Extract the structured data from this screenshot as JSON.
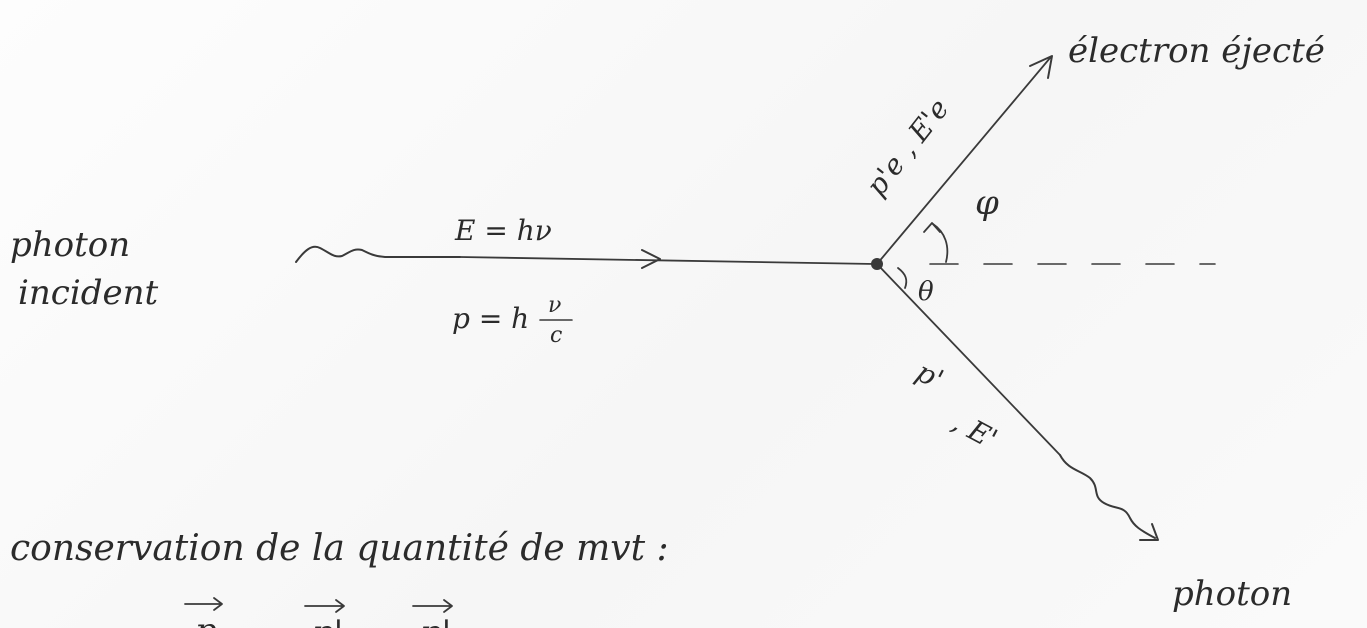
{
  "labels": {
    "incident_line1": "photon",
    "incident_line2": "incident",
    "energy_incident": "E = hν",
    "momentum_p": "p = h",
    "momentum_nu": "ν",
    "momentum_c": "c",
    "electron_label": "électron éjecté",
    "electron_momentum": "p'e , E'e",
    "phi": "φ",
    "theta": "θ",
    "scattered_momentum": "p'",
    "scattered_energy": ", E'",
    "scattered_photon": "photon",
    "conservation": "conservation de la quantité de mvt :",
    "vector_p": "p",
    "vector_p_prime": "p'",
    "vector_p_prime2": "p'"
  },
  "colors": {
    "ink": "#2b2b2b",
    "paper": "#fbfbfb"
  }
}
